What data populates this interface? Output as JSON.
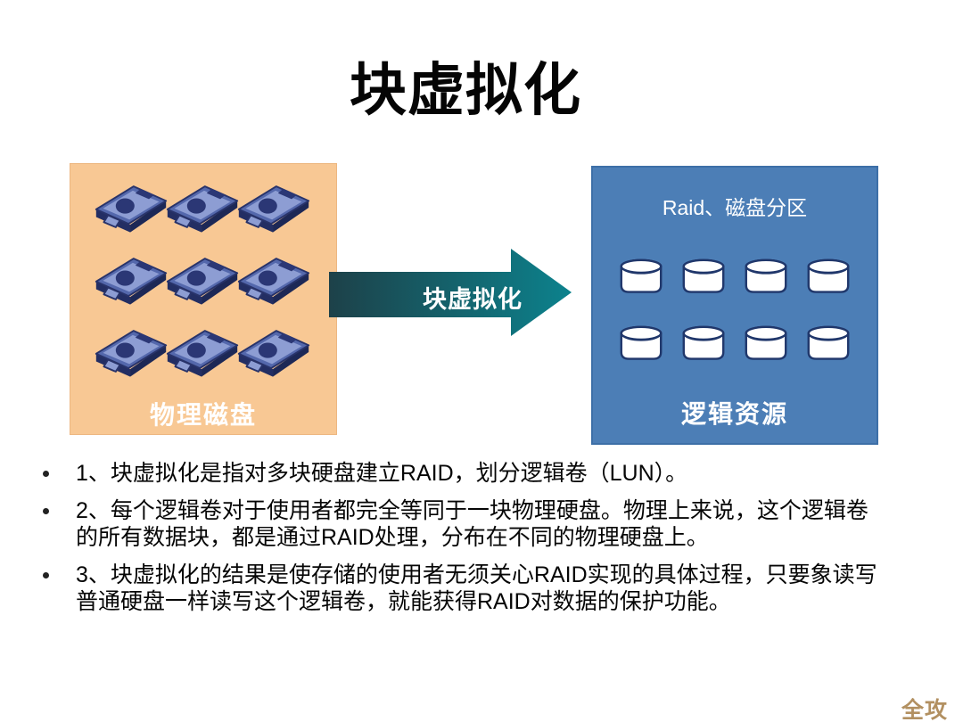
{
  "title": "块虚拟化",
  "watermark": "全攻略",
  "diagram": {
    "physical": {
      "label": "物理磁盘",
      "disk_count": 9,
      "bg_color": "#F8C894"
    },
    "arrow": {
      "label": "块虚拟化",
      "color_start": "#1D4149",
      "color_end": "#0C828D"
    },
    "logical": {
      "header": "Raid、磁盘分区",
      "label": "逻辑资源",
      "cylinder_count": 8,
      "bg_color": "#4C7EB6"
    }
  },
  "bullets": [
    {
      "text": "1、块虚拟化是指对多块硬盘建立RAID，划分逻辑卷（LUN）。"
    },
    {
      "text": "2、每个逻辑卷对于使用者都完全等同于一块物理硬盘。物理上来说，这个逻辑卷\n的所有数据块，都是通过RAID处理，分布在不同的物理硬盘上。"
    },
    {
      "text": "3、块虚拟化的结果是使存储的使用者无须关心RAID实现的具体过程，只要象读写\n普通硬盘一样读写这个逻辑卷，就能获得RAID对数据的保护功能。"
    }
  ]
}
